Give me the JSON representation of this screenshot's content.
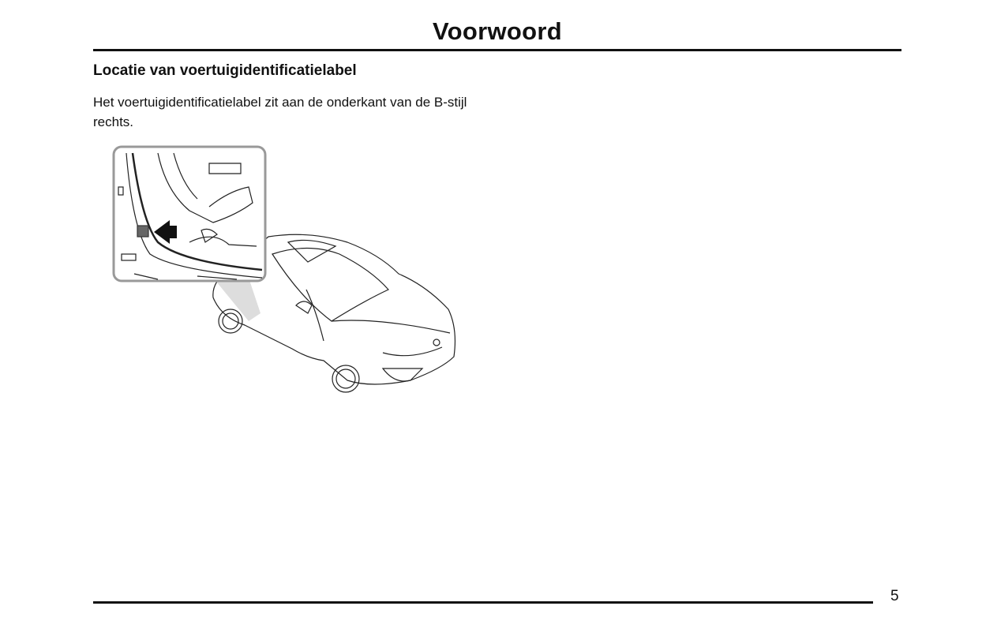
{
  "header": {
    "title": "Voorwoord"
  },
  "section": {
    "heading": "Locatie van voertuigidentificatielabel",
    "body": "Het voertuigidentificatielabel zit aan de onderkant van de B-stijl rechts."
  },
  "figure": {
    "icon": "vehicle-id-label-location-illustration",
    "arrow_icon": "arrow-left-icon"
  },
  "footer": {
    "page_number": "5"
  }
}
